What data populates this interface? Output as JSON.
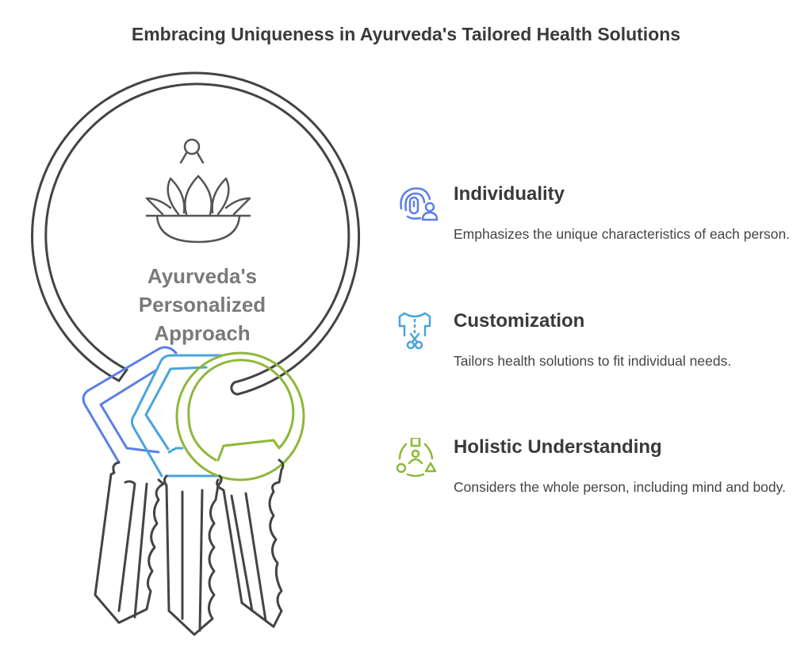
{
  "title": "Embracing Uniqueness in Ayurveda's Tailored Health Solutions",
  "center": {
    "lines": [
      "Ayurveda's",
      "Personalized",
      "Approach"
    ],
    "icon": "lotus-bowl-icon"
  },
  "items": [
    {
      "heading": "Individuality",
      "description": "Emphasizes the unique characteristics of each person.",
      "icon": "fingerprint-person-icon",
      "color": "#5b7fe8"
    },
    {
      "heading": "Customization",
      "description": "Tailors health solutions to fit individual needs.",
      "icon": "shirt-scissors-icon",
      "color": "#4aa3df"
    },
    {
      "heading": "Holistic Understanding",
      "description": "Considers the whole person, including mind and body.",
      "icon": "person-shapes-cycle-icon",
      "color": "#8db83a"
    }
  ]
}
